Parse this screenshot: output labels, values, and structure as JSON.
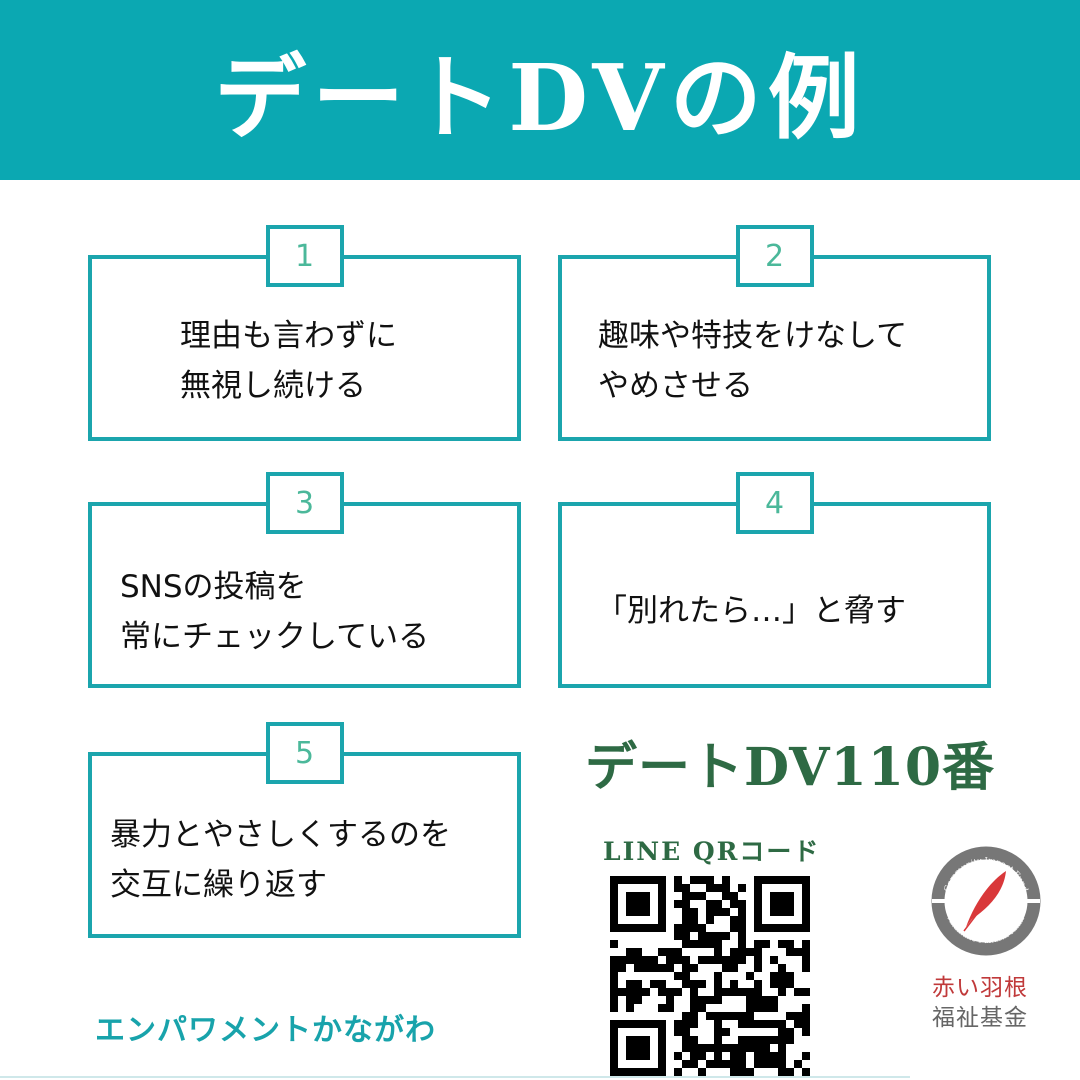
{
  "header": {
    "title": "デートDVの例",
    "bg_color": "#0ba8b2"
  },
  "cards": [
    {
      "number": "1",
      "lines": [
        "理由も言わずに",
        "無視し続ける"
      ]
    },
    {
      "number": "2",
      "lines": [
        "趣味や特技をけなして",
        "やめさせる"
      ]
    },
    {
      "number": "3",
      "lines": [
        "SNSの投稿を",
        "常にチェックしている"
      ]
    },
    {
      "number": "4",
      "lines": [
        "「別れたら…」と脅す"
      ]
    },
    {
      "number": "5",
      "lines": [
        "暴力とやさしくするのを",
        "交互に繰り返す"
      ]
    }
  ],
  "hotline": {
    "title": "デートDV110番",
    "qr_label": "LINE QRコード"
  },
  "organization": "エンパワメントかながわ",
  "logo": {
    "ring_top": "Community Impact Fund",
    "ring_bottom": "Akaihane Fukushi Kikin",
    "name_line1": "赤い羽根",
    "name_line2": "福祉基金",
    "feather_color": "#d9383a"
  }
}
